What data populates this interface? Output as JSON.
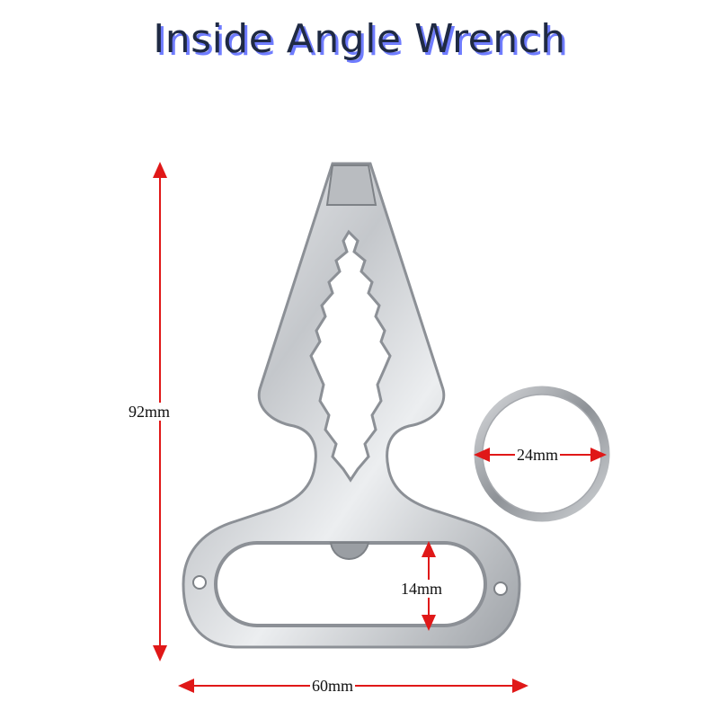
{
  "title": "Inside Angle Wrench",
  "dimensions": {
    "height": "92mm",
    "width": "60mm",
    "ring_diameter": "24mm",
    "slot_height": "14mm"
  },
  "colors": {
    "title_text": "#1f2a44",
    "title_shadow": "#6f7cff",
    "arrow": "#e01818",
    "metal": "#c9ccd0"
  }
}
